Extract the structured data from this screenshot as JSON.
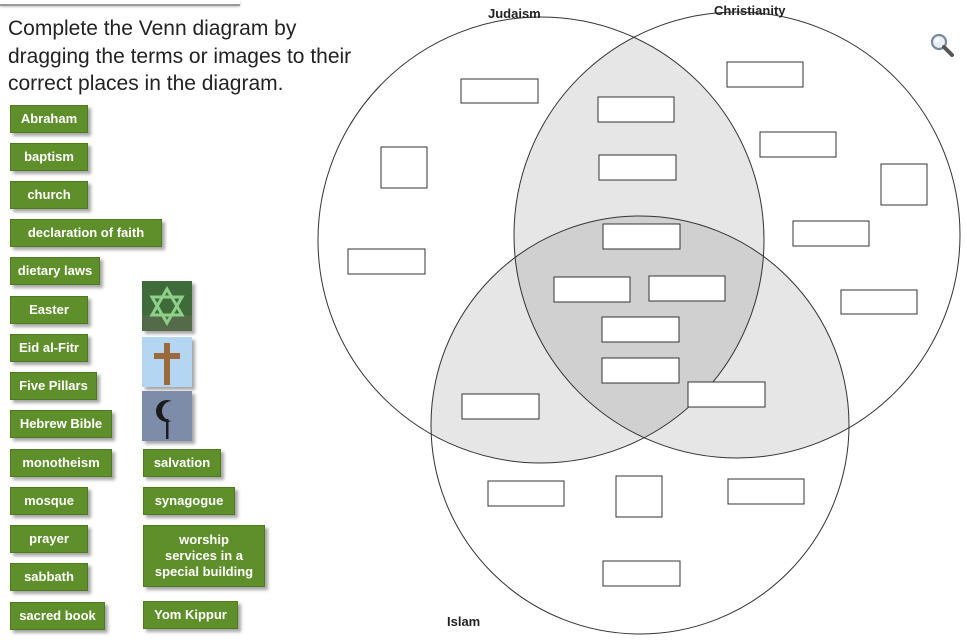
{
  "instructions": "Complete the Venn diagram by dragging the terms or images to their correct places in the diagram.",
  "circle_labels": {
    "judaism": "Judaism",
    "christianity": "Christianity",
    "islam": "Islam"
  },
  "terms": {
    "abraham": "Abraham",
    "baptism": "baptism",
    "church": "church",
    "declaration_of_faith": "declaration of faith",
    "dietary_laws": "dietary laws",
    "easter": "Easter",
    "eid_al_fitr": "Eid al-Fitr",
    "five_pillars": "Five Pillars",
    "hebrew_bible": "Hebrew Bible",
    "monotheism": "monotheism",
    "mosque": "mosque",
    "prayer": "prayer",
    "sabbath": "sabbath",
    "sacred_book": "sacred book",
    "salvation": "salvation",
    "synagogue": "synagogue",
    "worship_services": "worship services in a special building",
    "yom_kippur": "Yom Kippur"
  },
  "images": [
    "star-of-david-icon",
    "cross-icon",
    "crescent-moon-icon"
  ],
  "colors": {
    "term_green": "#5e8f2a",
    "overlap_light": "#e6e6e6",
    "overlap_center": "#d0d0d0"
  },
  "zoom_icon": "magnifier-icon"
}
